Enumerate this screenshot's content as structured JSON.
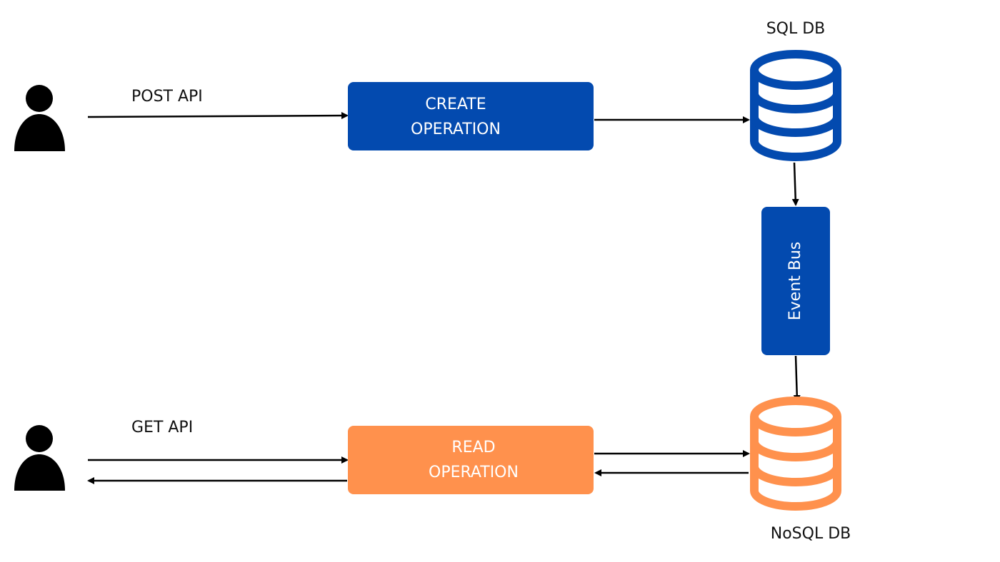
{
  "colors": {
    "blue": "#034AAF",
    "orange": "#FF914D",
    "text": "#111111",
    "arrow": "#000000",
    "box_text": "#FFFFFF"
  },
  "write_path": {
    "user_icon": "user-icon",
    "api_label": "POST API",
    "operation_line1": "CREATE",
    "operation_line2": "OPERATION",
    "db_label": "SQL DB",
    "db_icon": "database-icon"
  },
  "event_bus": {
    "label": "Event Bus"
  },
  "read_path": {
    "user_icon": "user-icon",
    "api_label": "GET API",
    "operation_line1": "READ",
    "operation_line2": "OPERATION",
    "db_label": "NoSQL DB",
    "db_icon": "database-icon"
  }
}
